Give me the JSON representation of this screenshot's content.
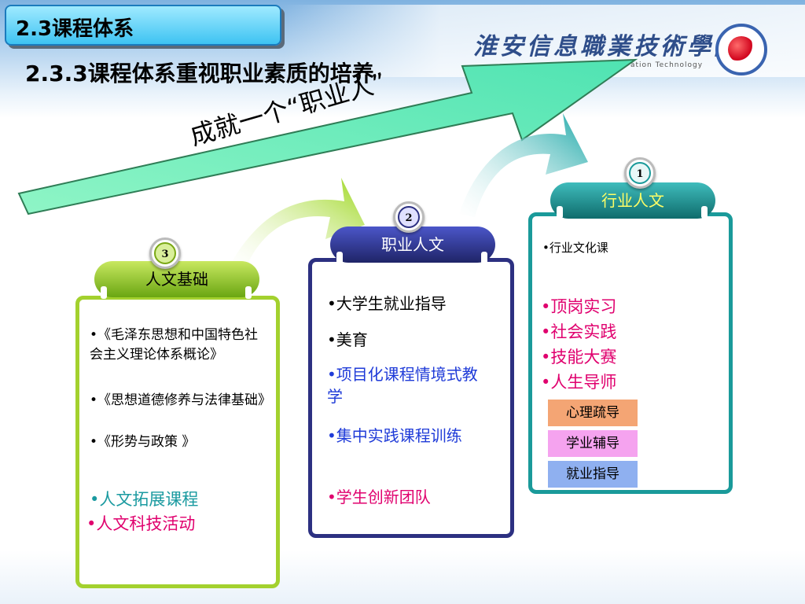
{
  "header": {
    "section_title": "2.3课程体系",
    "subtitle": "2.3.3课程体系重视职业素质的培养",
    "school_name": "淮安信息職業技術學院",
    "school_sub": "ation Technology"
  },
  "motto": "成就一个“职业人”",
  "cards": {
    "left": {
      "number": "3",
      "title": "人文基础",
      "items": [
        "•《毛泽东思想和中国特色社会主义理论体系概论》",
        "•《思想道德修养与法律基础》",
        "•《形势与政策 》"
      ],
      "highlights": [
        "•人文拓展课程",
        "•人文科技活动"
      ]
    },
    "middle": {
      "number": "2",
      "title": "职业人文",
      "items": [
        "•大学生就业指导",
        "•美育"
      ],
      "highlights": [
        "•项目化课程情境式教学",
        "•集中实践课程训练",
        "•学生创新团队"
      ]
    },
    "right": {
      "number": "1",
      "title": "行业人文",
      "items": [
        "•行业文化课"
      ],
      "highlights": [
        "•顶岗实习",
        "•社会实践",
        "•技能大赛",
        "•人生导师"
      ],
      "boxes": [
        "心理疏导",
        "学业辅导",
        "就业指导"
      ]
    }
  },
  "colors": {
    "left_accent": "#a3d12e",
    "middle_accent": "#2c3081",
    "right_accent": "#1a9a9a",
    "highlight_red": "#e0006e",
    "highlight_blue": "#1f3bd8",
    "highlight_cyan": "#1a9aa0",
    "box_orange": "#f4a574",
    "box_pink": "#f5a3ef",
    "box_blue": "#8fb0f0"
  }
}
